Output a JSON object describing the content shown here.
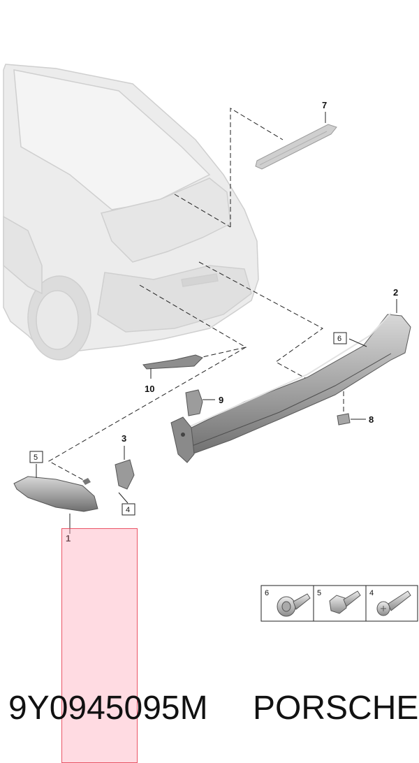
{
  "diagram": {
    "callouts": {
      "c1": "1",
      "c2": "2",
      "c3": "3",
      "c7": "7",
      "c8": "8",
      "c9": "9",
      "c10": "10",
      "box4": "4",
      "box5": "5",
      "box6": "6"
    },
    "fastener_legend": [
      {
        "number": "6",
        "icon": "flange-bolt-icon"
      },
      {
        "number": "5",
        "icon": "hex-bolt-icon"
      },
      {
        "number": "4",
        "icon": "torx-screw-icon"
      }
    ]
  },
  "footer": {
    "part_number": "9Y0945095M",
    "brand": "PORSCHE"
  }
}
